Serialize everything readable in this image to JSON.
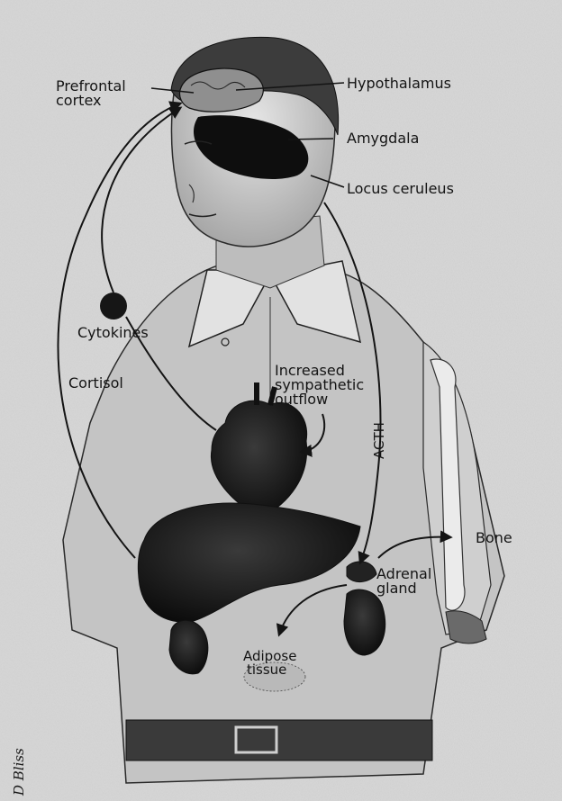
{
  "labels": {
    "prefrontal_cortex": [
      "Prefrontal",
      "cortex"
    ],
    "hypothalamus": "Hypothalamus",
    "amygdala": "Amygdala",
    "locus_ceruleus": "Locus ceruleus",
    "cytokines": "Cytokines",
    "cortisol": "Cortisol",
    "sympathetic_outflow": [
      "Increased",
      "sympathetic",
      "outflow"
    ],
    "acth": "ACTH",
    "bone": "Bone",
    "adrenal_gland": [
      "Adrenal",
      "gland"
    ],
    "adipose_tissue": [
      "Adipose",
      "tissue"
    ]
  },
  "signature": "D Bliss"
}
